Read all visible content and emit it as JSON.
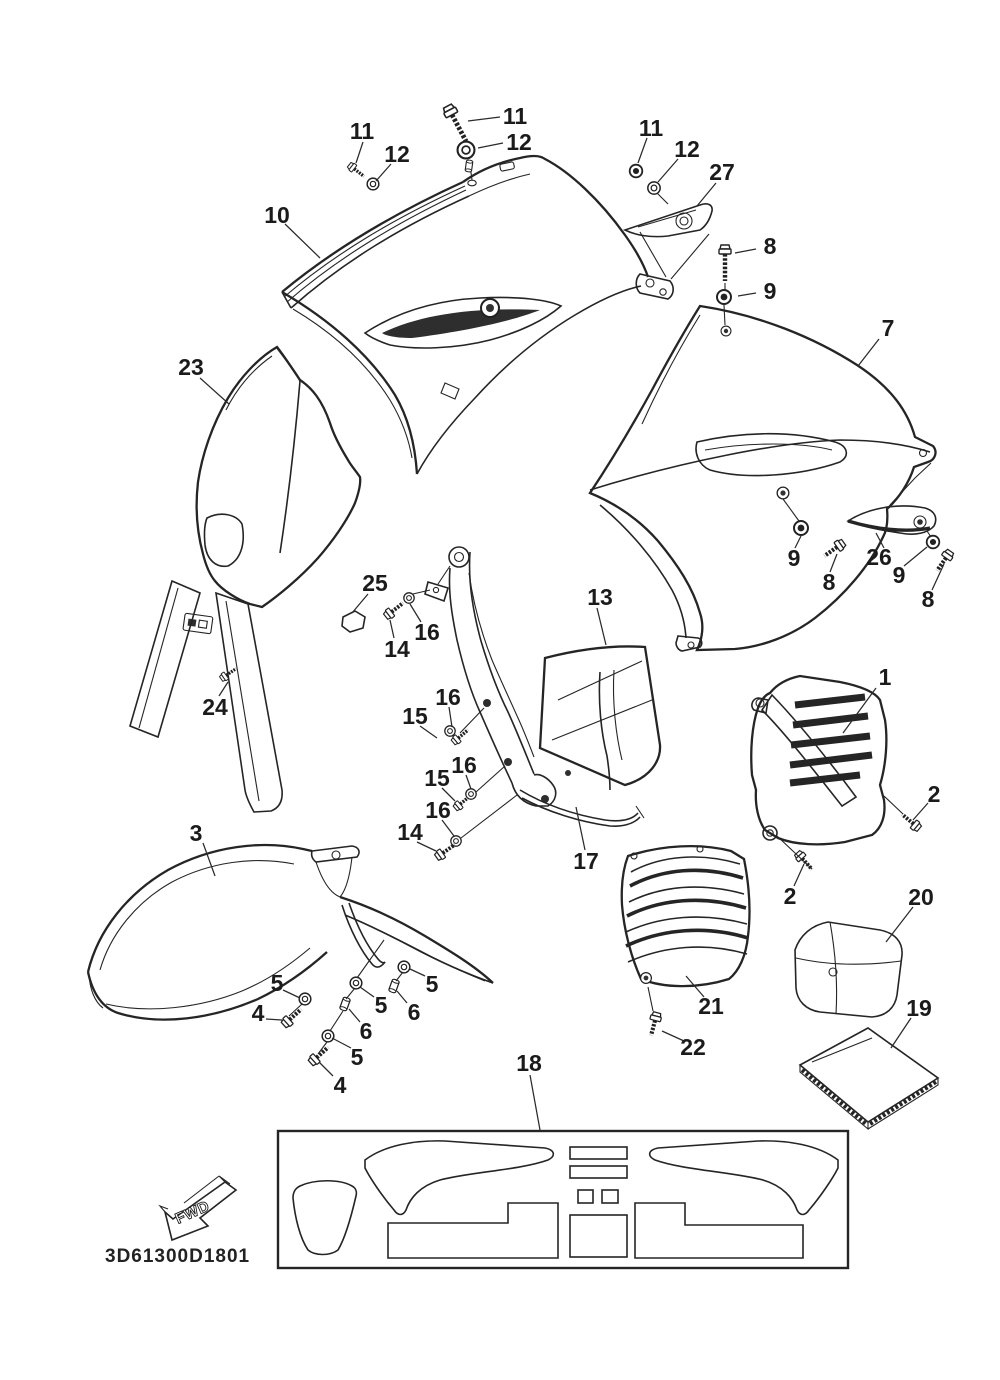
{
  "diagram": {
    "drawing_code": "3D61300D1801",
    "fwd_label": "FWD",
    "ink_color": "#222222",
    "paper_color": "#ffffff"
  },
  "icons": {
    "bolt": "flange-bolt-icon",
    "washer": "washer-icon",
    "nut": "flange-nut-icon",
    "collar": "collar-spacer-icon",
    "grommet": "grommet-icon",
    "fwd_arrow": "forward-direction-arrow-icon"
  },
  "callouts": {
    "c10": "10",
    "c11a": "11",
    "c12a": "12",
    "c11b": "11",
    "c12b": "12",
    "c11c": "11",
    "c12c": "12",
    "c27": "27",
    "c8a": "8",
    "c9a": "9",
    "c7": "7",
    "c23": "23",
    "c25": "25",
    "c24": "24",
    "c13": "13",
    "c16a": "16",
    "c14a": "14",
    "c15a": "15",
    "c16b": "16",
    "c15b": "15",
    "c16c": "16",
    "c16d": "16",
    "c14b": "14",
    "c17": "17",
    "c9b": "9",
    "c8b": "8",
    "c26": "26",
    "c9c": "9",
    "c8c": "8",
    "c1": "1",
    "c2a": "2",
    "c2b": "2",
    "c20": "20",
    "c19": "19",
    "c3": "3",
    "c5a": "5",
    "c4a": "4",
    "c5b": "5",
    "c6a": "6",
    "c5c": "5",
    "c4b": "4",
    "c5d": "5",
    "c6b": "6",
    "c21": "21",
    "c22": "22",
    "c18": "18"
  }
}
